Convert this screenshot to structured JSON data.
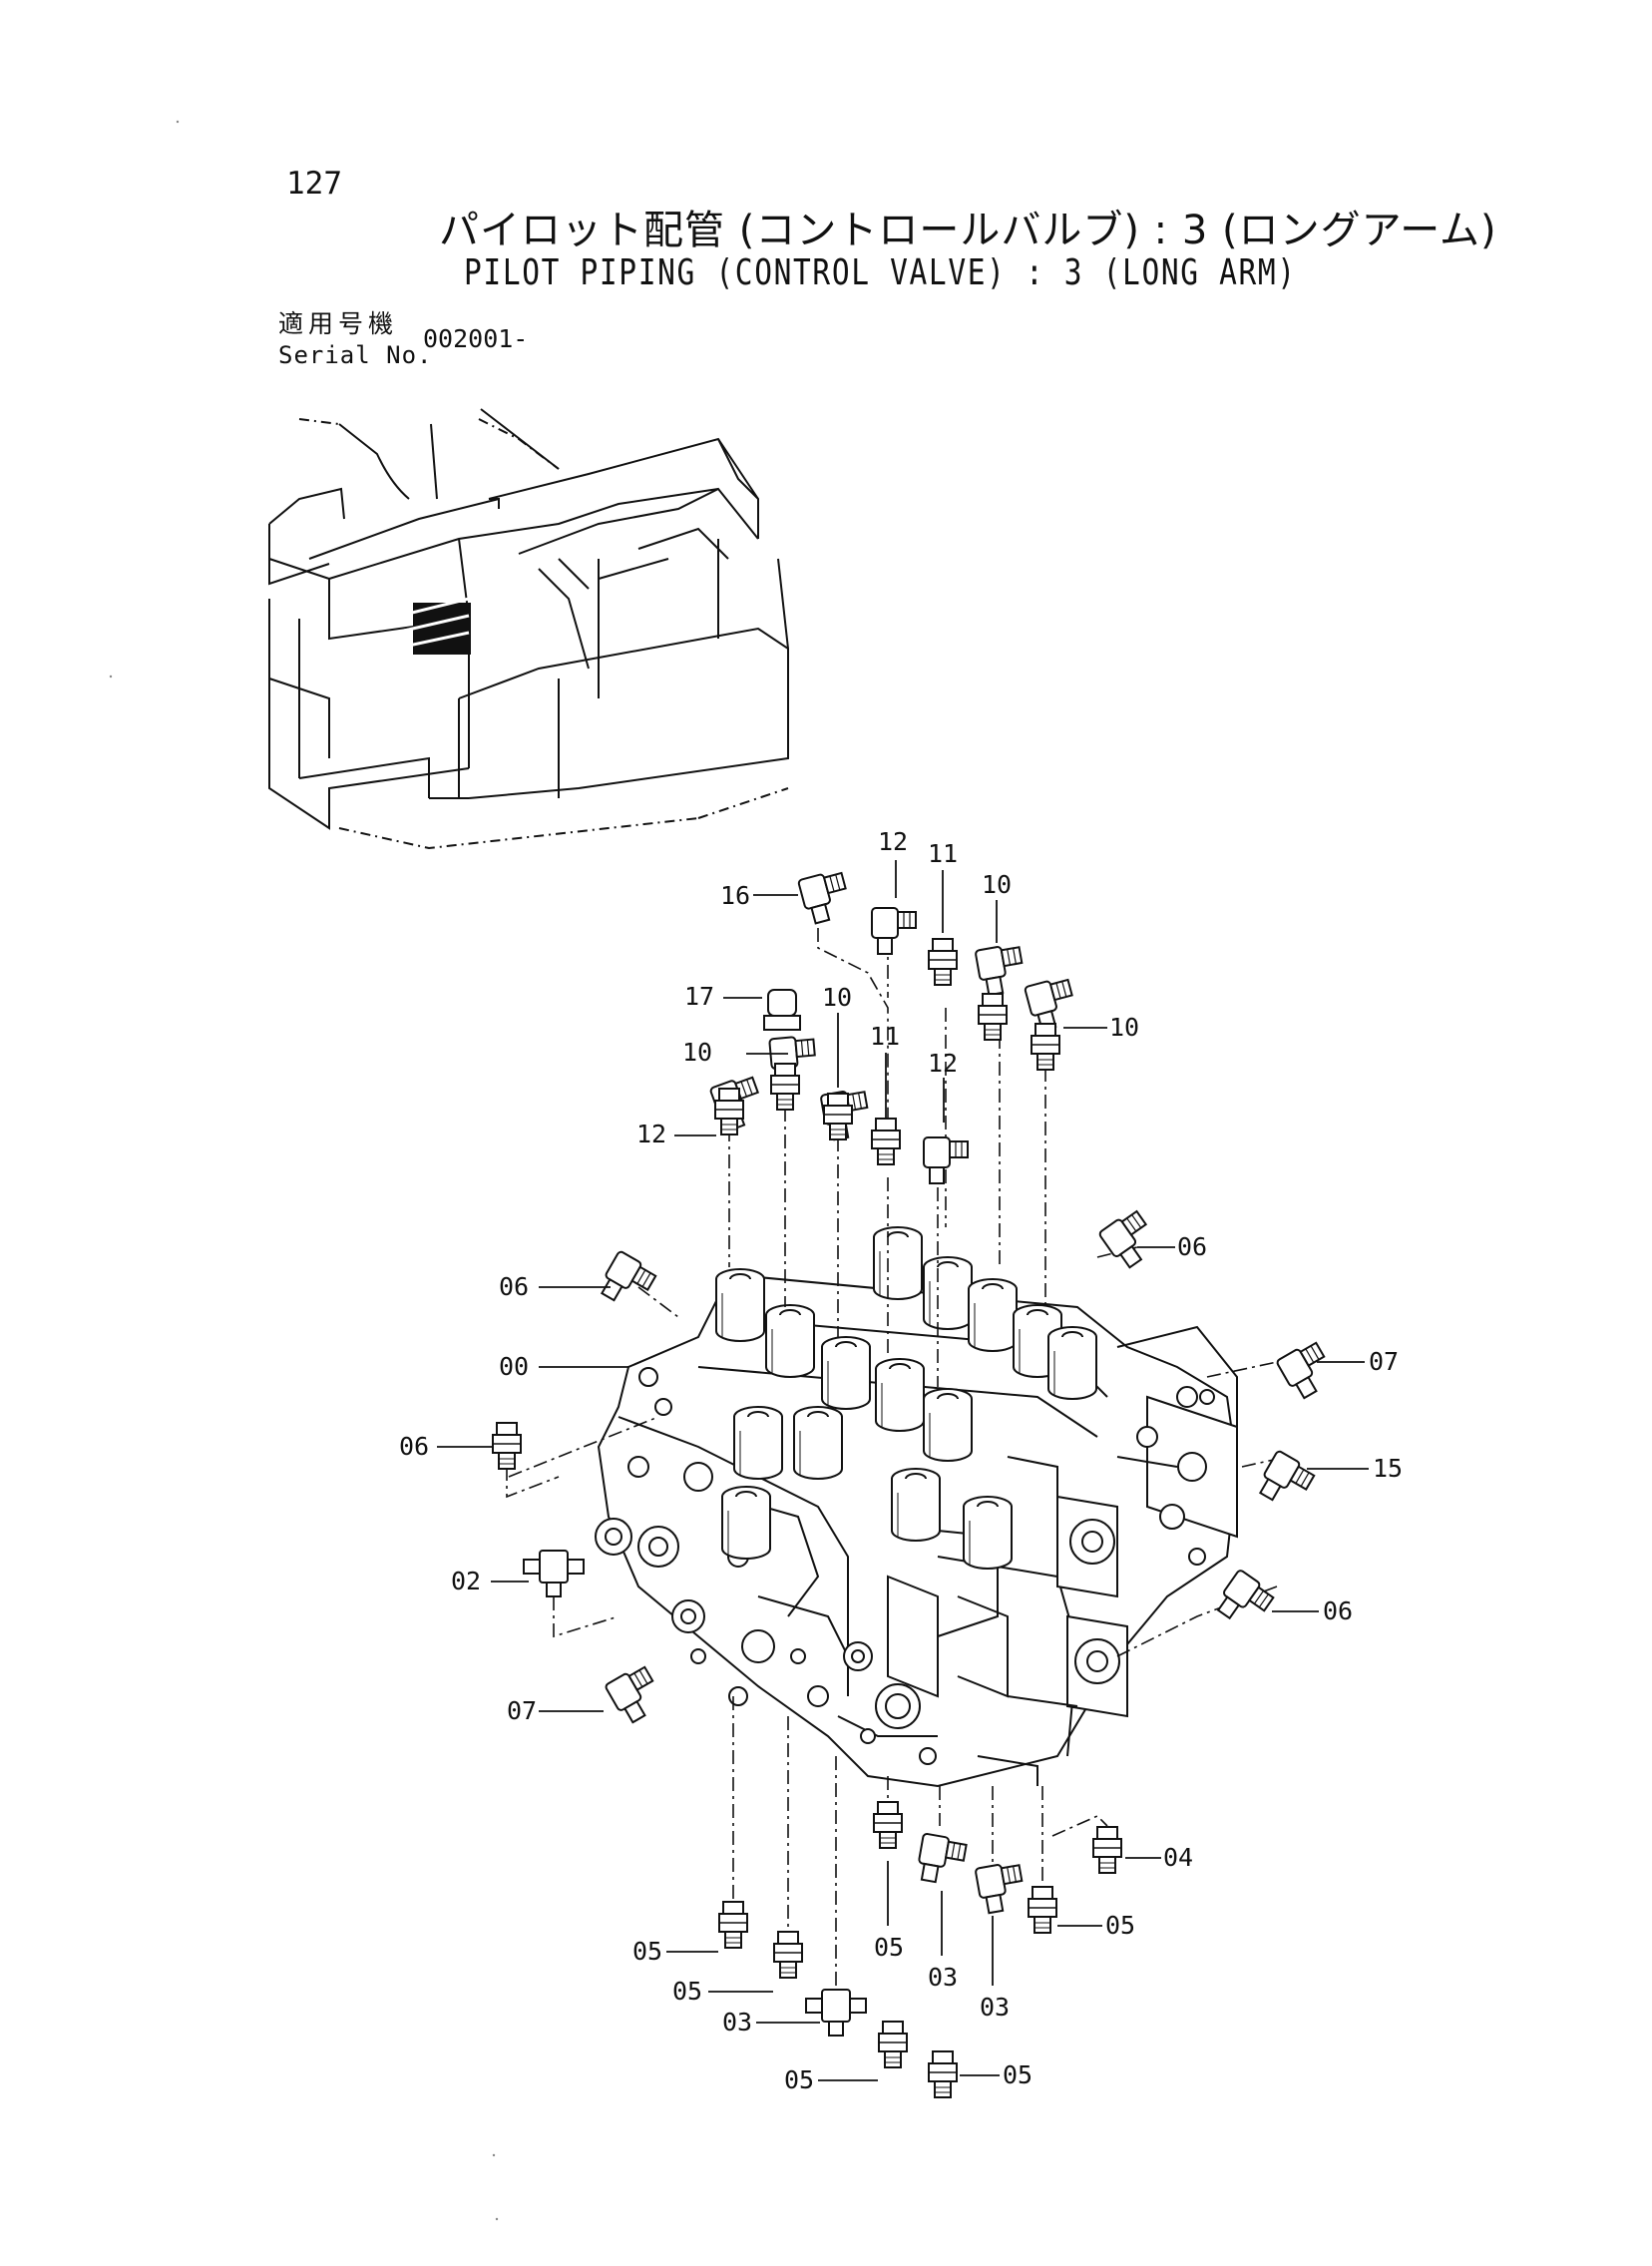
{
  "page": {
    "number": "127",
    "title_jp": "パイロット配管 (コントロールバルブ) : 3 (ロングアーム)",
    "title_en": "PILOT PIPING (CONTROL VALVE) : 3 (LONG ARM)",
    "serial_label_jp": "適用号機",
    "serial_label_en": "Serial No.",
    "serial_value": "002001-"
  },
  "callouts": [
    "16",
    "17",
    "10",
    "12",
    "12",
    "11",
    "10",
    "10",
    "11",
    "12",
    "10",
    "06",
    "00",
    "06",
    "02",
    "07",
    "06",
    "07",
    "15",
    "06",
    "04",
    "05",
    "05",
    "05",
    "03",
    "05",
    "03",
    "03",
    "05",
    "05"
  ]
}
